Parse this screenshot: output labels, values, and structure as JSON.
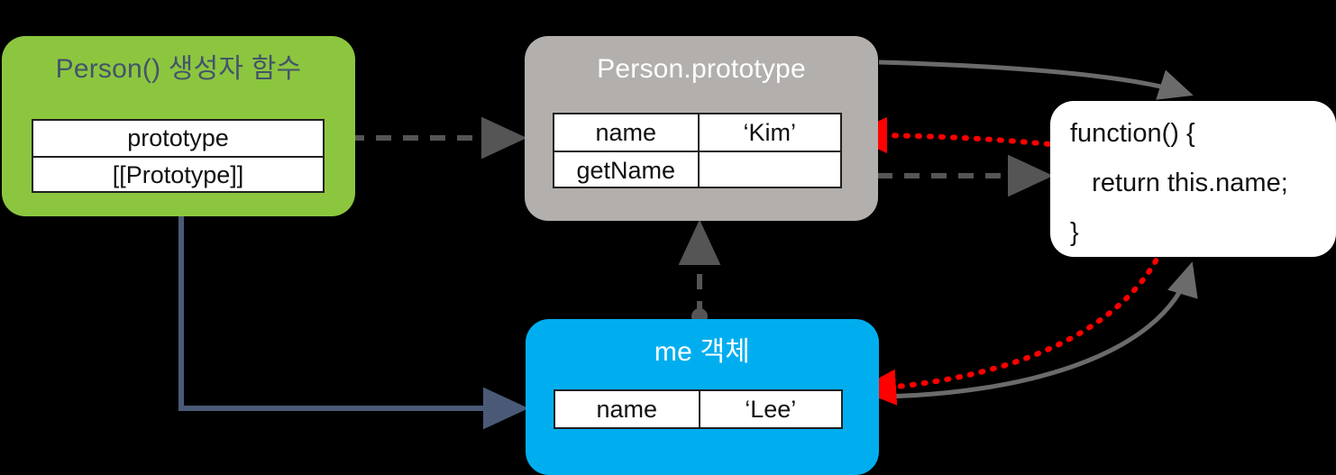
{
  "diagram": {
    "title": "JavaScript prototype chain diagram",
    "background": "#000000",
    "colors": {
      "constructor_box": "#8CC63F",
      "prototype_box": "#B2AFAD",
      "instance_box": "#00AEEF",
      "function_box": "#FFFFFF",
      "title_dark": "#44546A",
      "title_light": "#FFFFFF",
      "dashed_arrow": "#555555",
      "solid_arrow": "#5B6B86",
      "curve_arrow": "#666666",
      "red_dotted": "#FF0000"
    }
  },
  "nodes": {
    "constructor": {
      "title": "Person() 생성자 함수",
      "rows": [
        {
          "label": "prototype"
        },
        {
          "label": "[[Prototype]]"
        }
      ]
    },
    "prototype": {
      "title": "Person.prototype",
      "rows": [
        {
          "key": "name",
          "value": "‘Kim’"
        },
        {
          "key": "getName",
          "value": ""
        }
      ]
    },
    "instance": {
      "title": "me 객체",
      "rows": [
        {
          "key": "name",
          "value": "‘Lee’"
        }
      ]
    },
    "func": {
      "lines": [
        "function() {",
        "   return this.name;",
        "}"
      ]
    }
  },
  "edges": [
    {
      "name": "constructor-prototype-to-prototype-object",
      "style": "dashed",
      "color": "#555555"
    },
    {
      "name": "constructor-prototype-link-to-instance",
      "style": "solid",
      "color": "#5B6B86"
    },
    {
      "name": "instance-prototype-to-prototype-object",
      "style": "dashed",
      "color": "#555555"
    },
    {
      "name": "getname-to-function-body",
      "style": "dashed",
      "color": "#555555"
    },
    {
      "name": "prototype-object-to-function-curve",
      "style": "solid-curve",
      "color": "#666666"
    },
    {
      "name": "instance-to-function-curve",
      "style": "solid-curve",
      "color": "#666666"
    },
    {
      "name": "function-this-binding-to-prototype-name",
      "style": "dotted",
      "color": "#FF0000"
    },
    {
      "name": "function-this-binding-to-instance-name",
      "style": "dotted",
      "color": "#FF0000"
    }
  ]
}
